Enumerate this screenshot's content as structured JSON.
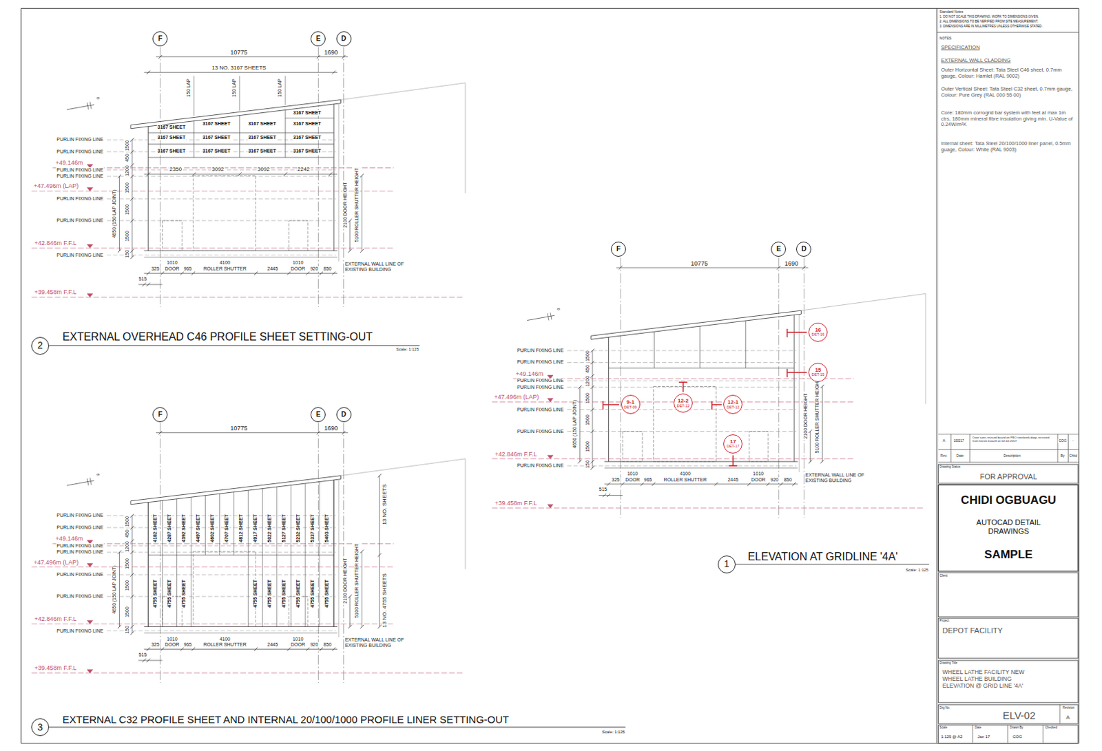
{
  "diagram": {
    "nodes": [
      {
        "text": [
          "F"
        ]
      },
      {
        "text": [
          "E"
        ]
      },
      {
        "text": [
          "D"
        ]
      },
      {
        "text": [
          "2"
        ]
      },
      {
        "text": [
          "F"
        ]
      },
      {
        "text": [
          "E"
        ]
      },
      {
        "text": [
          "D"
        ]
      },
      {
        "text": [
          "3"
        ]
      },
      {
        "text": [
          "F"
        ]
      },
      {
        "text": [
          "E"
        ]
      },
      {
        "text": [
          "D"
        ]
      },
      {
        "text": [
          "16",
          "DET-16"
        ]
      },
      {
        "text": [
          "15",
          "DET-15"
        ]
      },
      {
        "text": [
          "9-1",
          "DET-09"
        ]
      },
      {
        "text": [
          "12-2",
          "DET-12"
        ]
      },
      {
        "text": [
          "12-1",
          "DET-12"
        ]
      },
      {
        "text": [
          "17",
          "DET-17"
        ]
      },
      {
        "text": [
          "1"
        ]
      }
    ],
    "labels": [
      "PURLIN FIXING LINE",
      "PURLIN FIXING LINE",
      "PURLIN FIXING LINE",
      "PURLIN FIXING LINE",
      "PURLIN FIXING LINE",
      "PURLIN FIXING LINE",
      "PURLIN FIXING LINE",
      "+49.146m",
      "+47.496m (LAP)",
      "+42.846m F.F.L",
      "+39.458m F.F.L",
      "1500",
      "450",
      "1200",
      "1500",
      "1500",
      "1500",
      "150",
      "4650 (150 LAP JOINT)",
      "2100 DOOR HEIGHT",
      "5100 ROLLER SHUTTER HEIGHT",
      "325",
      "1010",
      "DOOR",
      "965",
      "4100",
      "ROLLER SHUTTER",
      "2445",
      "1010",
      "DOOR",
      "920",
      "850",
      "515",
      "EXTERNAL WALL LINE OF EXISTING BUILDING",
      "10775",
      "1690",
      "9",
      "13 NO. 3167 SHEETS",
      "150 LAP",
      "150 LAP",
      "150 LAP",
      "3167 SHEET",
      "3167 SHEET",
      "3167 SHEET",
      "3167 SHEET",
      "3167 SHEET",
      "3167 SHEET",
      "3167 SHEET",
      "3167 SHEET",
      "3167 SHEET",
      "3167 SHEET",
      "3167 SHEET",
      "3167 SHEET",
      "3167 SHEET",
      "2350",
      "3092",
      "3092",
      "2242",
      "EXTERNAL OVERHEAD C46 PROFILE SHEET SETTING-OUT",
      "Scale: 1:125",
      "PURLIN FIXING LINE",
      "PURLIN FIXING LINE",
      "PURLIN FIXING LINE",
      "PURLIN FIXING LINE",
      "PURLIN FIXING LINE",
      "PURLIN FIXING LINE",
      "PURLIN FIXING LINE",
      "+49.146m",
      "+47.496m (LAP)",
      "+42.846m F.F.L",
      "+39.458m F.F.L",
      "1500",
      "450",
      "1200",
      "1500",
      "1500",
      "1500",
      "150",
      "4650 (150 LAP JOINT)",
      "2100 DOOR HEIGHT",
      "5100 ROLLER SHUTTER HEIGHT",
      "325",
      "1010",
      "DOOR",
      "965",
      "4100",
      "ROLLER SHUTTER",
      "2445",
      "1010",
      "DOOR",
      "920",
      "850",
      "515",
      "EXTERNAL WALL LINE OF EXISTING BUILDING",
      "10775",
      "1690",
      "9",
      "4182 SHEET",
      "4287 SHEET",
      "4392 SHEET",
      "4497 SHEET",
      "4602 SHEET",
      "4707 SHEET",
      "4812 SHEET",
      "4917 SHEET",
      "5022 SHEET",
      "5127 SHEET",
      "5232 SHEET",
      "5337 SHEET",
      "5403 SHEET",
      "4755 SHEET",
      "4755 SHEET",
      "4755 SHEET",
      "4755 SHEET",
      "4755 SHEET",
      "4755 SHEET",
      "4755 SHEET",
      "4755 SHEET",
      "4755 SHEET",
      "13 NO. SHEETS",
      "13 NO. 4755 SHEETS",
      "EXTERNAL C32 PROFILE SHEET AND INTERNAL 20/100/1000 PROFILE LINER SETTING-OUT",
      "Scale: 1:125",
      "PURLIN FIXING LINE",
      "PURLIN FIXING LINE",
      "PURLIN FIXING LINE",
      "PURLIN FIXING LINE",
      "PURLIN FIXING LINE",
      "PURLIN FIXING LINE",
      "PURLIN FIXING LINE",
      "+49.146m",
      "+47.496m (LAP)",
      "+42.846m F.F.L",
      "+39.458m F.F.L",
      "1500",
      "450",
      "1200",
      "1500",
      "1500",
      "1500",
      "150",
      "4650 (150 LAP JOINT)",
      "2100 DOOR HEIGHT",
      "5100 ROLLER SHUTTER HEIGHT",
      "325",
      "1010",
      "DOOR",
      "965",
      "4100",
      "ROLLER SHUTTER",
      "2445",
      "1010",
      "DOOR",
      "920",
      "850",
      "515",
      "EXTERNAL WALL LINE OF EXISTING BUILDING",
      "10775",
      "1690",
      "9",
      "ELEVATION AT GRIDLINE '4A'",
      "Scale: 1:125",
      "Standard Notes",
      "1. DO NOT SCALE THIS DRAWING. WORK TO DIMENSIONS GIVEN.",
      "2. ALL DIMENSIONS TO BE VERIFIED FROM SITE MEASUREMENT.",
      "3. DIMENSIONS ARE IN MILLIMETRES UNLESS OTHERWISE STATED.",
      "NOTES",
      "SPECIFICATION",
      "EXTERNAL WALL CLADDING",
      "Outer Horizontal Sheet: Tata Steel C46 sheet, 0.7mm gauge, Colour: Hamlet (RAL 9002)",
      "Outer Vertical Sheet: Tata Steel C32 sheet, 0.7mm gauge, Colour: Pure Grey (RAL 000 55 00)",
      "Core: 180mm corrogrid bar system with feet at max 1m ctrs, 180mm mineral fibre insulation giving min. U-Value of 0.24W/m²K",
      "Internal sheet: Tata Steel 20/100/1000 liner panel, 0.5mm guage, Colour: White (RAL 9003)",
      "A",
      "100217",
      "Door sizes revised based on PBO steelwork dwgs received from Derek Dowell on 02-02-2017.",
      "COG",
      "-",
      "Rev.",
      "Date",
      "Description",
      "By",
      "Chkd",
      "Drawing Status",
      "FOR APPROVAL",
      "CHIDI OGBUAGU",
      "AUTOCAD DETAIL DRAWINGS",
      "SAMPLE",
      "Client",
      "Project",
      "DEPOT FACILITY",
      "Drawing Title",
      "WHEEL LATHE FACILITY NEW WHEEL LATHE BUILDING ELEVATION @ GRID LINE '4A'",
      "Drg No.",
      "ELV-02",
      "Revision",
      "A",
      "Scale",
      "1:125 @ A2",
      "Date",
      "Jan 17",
      "Drawn By",
      "COG",
      "Checked"
    ]
  }
}
